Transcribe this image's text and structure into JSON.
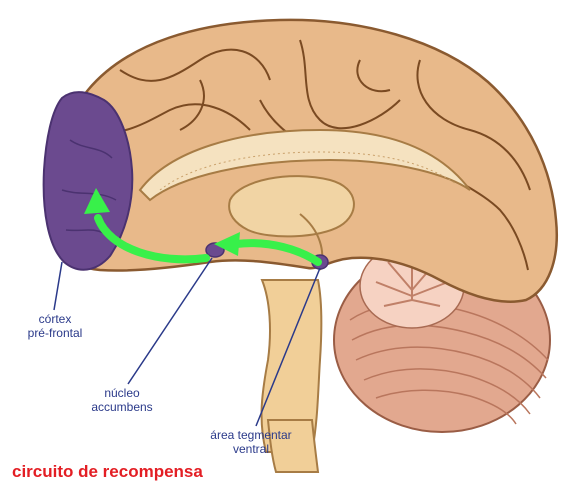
{
  "labels": {
    "prefrontal_cortex": [
      "córtex",
      "pré-frontal"
    ],
    "nucleus_accumbens": [
      "núcleo",
      "accumbens"
    ],
    "ventral_tegmental_area": [
      "área tegmentar",
      "ventral"
    ]
  },
  "title": "circuito de recompensa",
  "colors": {
    "brain": "#e8b98a",
    "sulcus": "#7a4a22",
    "prefrontal": "#6b4a8f",
    "pathway": "#38f04a",
    "label_text": "#2b3a8a",
    "title_text": "#e31e24",
    "cerebellum": "#f3c7b0"
  }
}
